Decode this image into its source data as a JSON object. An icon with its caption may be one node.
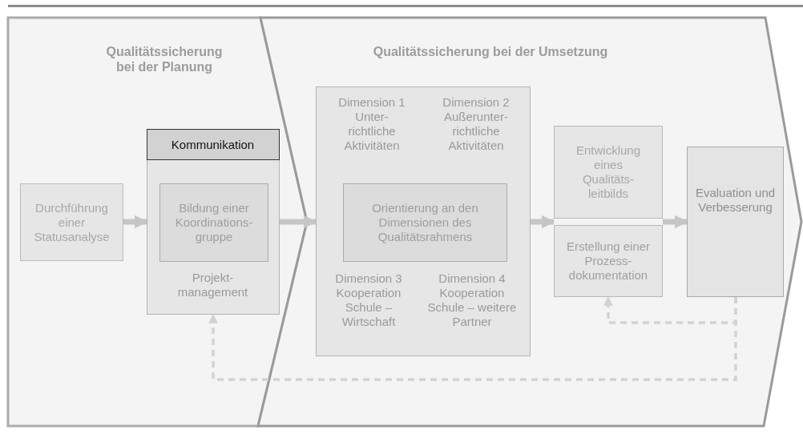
{
  "diagram": {
    "nodes": [
      {
        "text": [
          "Qualitätssicherung bei der Planung"
        ]
      },
      {
        "text": [
          "Qualitätssicherung bei der Umsetzung"
        ]
      },
      {
        "text": [
          "Durchführung einer Statusanalyse"
        ],
        "in": 0
      },
      {
        "text": [
          "Kommunikation",
          "Projekt- management"
        ],
        "in": 0
      },
      {
        "text": [
          "Bildung einer Koordinations- gruppe"
        ],
        "in": 3
      },
      {
        "text": [
          "Dimension 1 Unter- richtliche Aktivitäten",
          "Dimension 2 Außerunter- richtliche Aktivitäten",
          "Dimension 3 Kooperation Schule – Wirtschaft",
          "Dimension 4 Kooperation Schule – weitere Partner"
        ],
        "in": 1
      },
      {
        "text": [
          "Orientierung an den Dimensionen des Qualitätsrahmens"
        ],
        "in": 5
      },
      {
        "text": [
          "Entwicklung eines Qualitäts- leitbilds"
        ],
        "in": 1
      },
      {
        "text": [
          "Erstellung einer Prozess- dokumentation"
        ],
        "in": 1
      },
      {
        "text": [
          "Evaluation und Verbesserung"
        ],
        "in": 1
      }
    ],
    "edges": [
      {
        "from": 2,
        "to": 3,
        "arrow": "to"
      },
      {
        "from": 3,
        "to": 5,
        "arrow": "to"
      },
      {
        "from": 5,
        "to": 7,
        "arrow": "to"
      },
      {
        "from": 5,
        "to": 8,
        "arrow": "to"
      },
      {
        "from": 7,
        "to": 9,
        "arrow": "to"
      },
      {
        "from": 8,
        "to": 9,
        "arrow": "to"
      },
      {
        "from": 9,
        "to": 3,
        "arrow": "to",
        "style": "dashed"
      },
      {
        "from": 9,
        "to": 8,
        "arrow": "to",
        "style": "dashed"
      }
    ]
  }
}
